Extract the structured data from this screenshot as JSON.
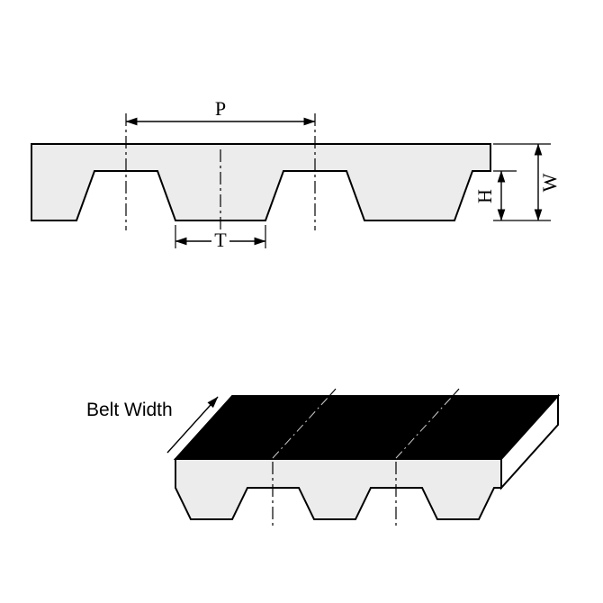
{
  "figure": {
    "background": "#ffffff",
    "line_color": "#000000",
    "profile_view": {
      "belt_fill": "#ececec",
      "labels": {
        "pitch": "P",
        "tooth_width": "T",
        "tooth_height": "H",
        "belt_thickness": "W"
      }
    },
    "iso_view": {
      "top_face_color": "#000000",
      "front_face_fill": "#ececec",
      "end_face_fill": "#ffffff",
      "width_label": "Belt Width"
    }
  }
}
